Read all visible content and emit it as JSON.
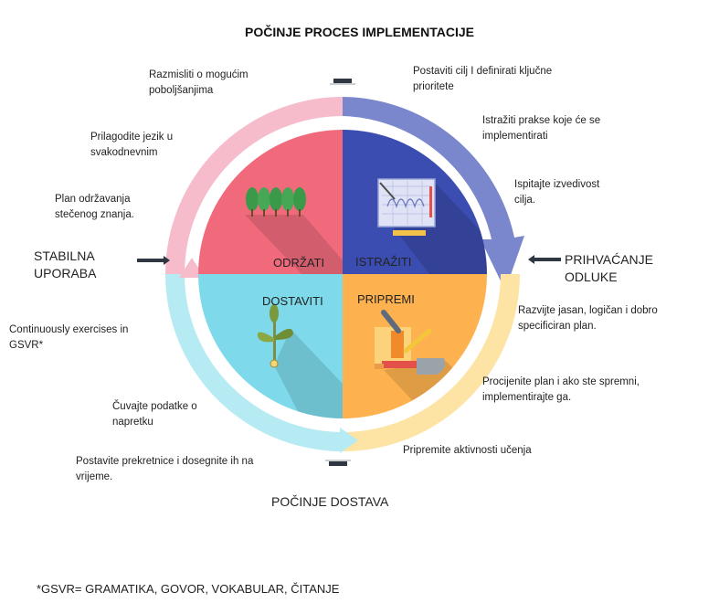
{
  "title": "POČINJE PROCES IMPLEMENTACIJE",
  "bottom_label": "POČINJE DOSTAVA",
  "left_label": "STABILNA UPORABA",
  "right_label": "PRIHVAĆANJE ODLUKE",
  "footnote": "*GSVR= GRAMATIKA, GOVOR, VOKABULAR, ČITANJE",
  "quadrants": {
    "odrzati": "ODRŽATI",
    "istraziti": "ISTRAŽITI",
    "dostaviti": "DOSTAVITI",
    "pripremi": "PRIPREMI"
  },
  "notes": {
    "top_left": "Razmisliti o mogućim poboljšanjima",
    "upper_left": "Prilagodite jezik u svakodnevnim",
    "mid_left": "Plan održavanja stečenog znanja.",
    "low_left": "Continuously exercises in GSVR*",
    "lower_left": "Čuvajte podatke o napretku",
    "bottom_left": "Postavite prekretnice i dosegnite ih na vrijeme.",
    "top_right": "Postaviti cilj I definirati ključne prioritete",
    "upper_right": "Istražiti prakse koje će se implementirati",
    "mid_right": "Ispitajte izvedivost cilja.",
    "low_right": "Razvijte jasan, logičan i dobro specificiran plan.",
    "lower_right": "Procijenite plan i ako ste spremni, implementirajte ga.",
    "bottom_right": "Pripremite aktivnosti učenja"
  },
  "colors": {
    "odrzati": "#f06a7c",
    "istraziti": "#3c4db1",
    "dostaviti": "#7edaea",
    "pripremi": "#fdb24f",
    "ring_pink": "#f6bccc",
    "ring_blue": "#7a87cc",
    "ring_yellow": "#fde3a4",
    "ring_cyan": "#b6ebf3",
    "marker": "#2f3742"
  }
}
